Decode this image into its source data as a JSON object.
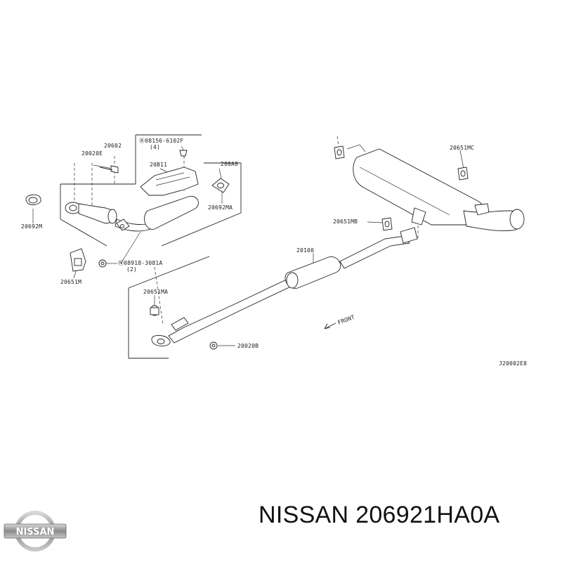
{
  "diagram": {
    "labels": {
      "p20602": "20602",
      "p20020e": "20020E",
      "p08156": "Ⓑ08156-6102F",
      "p08156_qty": "(4)",
      "p20811": "20B11",
      "p200a0": "200A0",
      "p20692m": "20692M",
      "p20692ma": "20692MA",
      "p08918": "Ⓝ08918-3081A",
      "p08918_qty": "(2)",
      "p20651m": "20651M",
      "p20651mb": "20651MB",
      "p20651mc": "20651MC",
      "p20100": "20100",
      "p20651ma": "20651MA",
      "p20020b": "20020B",
      "front": "FRONT",
      "diagram_code": "J20002E8"
    }
  },
  "brand": {
    "logo_text": "NISSAN",
    "caption": "NISSAN 206921HA0A"
  }
}
